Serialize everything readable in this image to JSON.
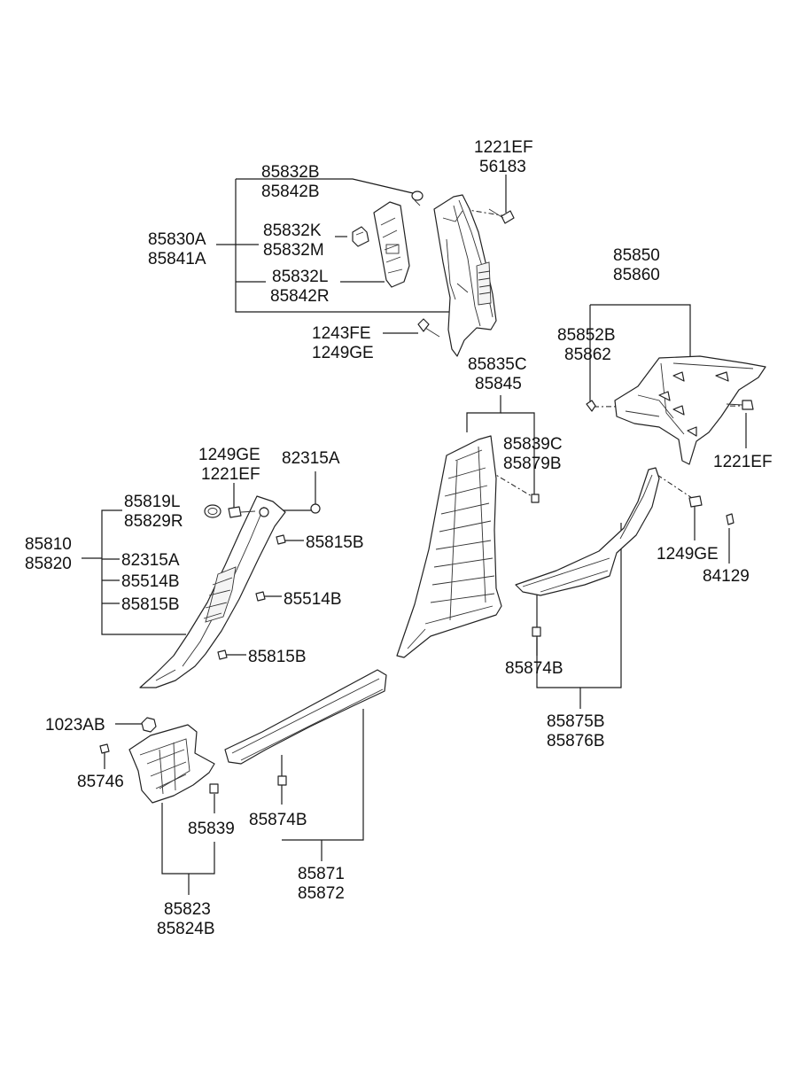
{
  "labels": {
    "l1221EF_top": "1221EF",
    "l56183": "56183",
    "l85832B": "85832B",
    "l85842B": "85842B",
    "l85830A": "85830A",
    "l85841A": "85841A",
    "l85832K": "85832K",
    "l85832M": "85832M",
    "l85832L": "85832L",
    "l85842R": "85842R",
    "l1243FE": "1243FE",
    "l1249GE_a": "1249GE",
    "l85850": "85850",
    "l85860": "85860",
    "l85852B": "85852B",
    "l85862": "85862",
    "l85835C": "85835C",
    "l85845": "85845",
    "l1221EF_right": "1221EF",
    "l85839C": "85839C",
    "l85879B": "85879B",
    "l1249GE_b": "1249GE",
    "l1221EF_mid": "1221EF",
    "l82315A_top": "82315A",
    "l85819L": "85819L",
    "l85829R": "85829R",
    "l85810": "85810",
    "l85820": "85820",
    "l85815B_a": "85815B",
    "l82315A_mid": "82315A",
    "l85514B_a": "85514B",
    "l85514B_b": "85514B",
    "l85815B_b": "85815B",
    "l85815B_c": "85815B",
    "l1249GE_c": "1249GE",
    "l84129": "84129",
    "l85874B_a": "85874B",
    "l85875B": "85875B",
    "l85876B": "85876B",
    "l1023AB": "1023AB",
    "l85746": "85746",
    "l85839": "85839",
    "l85874B_b": "85874B",
    "l85871": "85871",
    "l85872": "85872",
    "l85823": "85823",
    "l85824B": "85824B"
  }
}
